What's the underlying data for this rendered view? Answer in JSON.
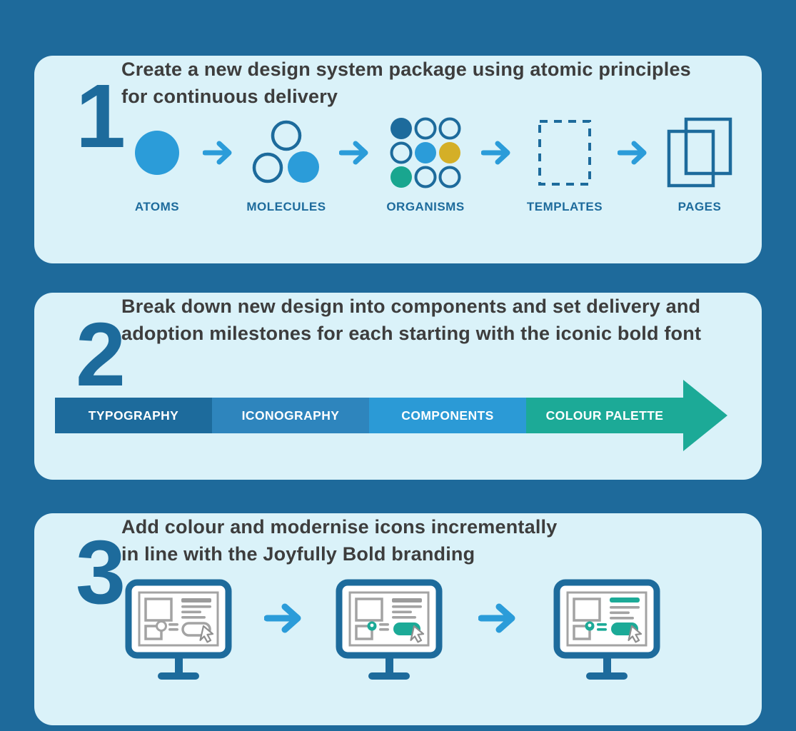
{
  "panels": [
    {
      "number": "1",
      "heading_line1": "Create a new design system package using atomic principles",
      "heading_line2": "for continuous delivery",
      "stages": [
        {
          "label": "ATOMS",
          "icon": "atoms-icon"
        },
        {
          "label": "MOLECULES",
          "icon": "molecules-icon"
        },
        {
          "label": "ORGANISMS",
          "icon": "organisms-icon"
        },
        {
          "label": "TEMPLATES",
          "icon": "templates-icon"
        },
        {
          "label": "PAGES",
          "icon": "pages-icon"
        }
      ]
    },
    {
      "number": "2",
      "heading_line1": "Break down new design into components and set delivery and",
      "heading_line2": "adoption milestones for each starting with the iconic bold font",
      "milestones": [
        {
          "label": "TYPOGRAPHY",
          "color": "#1d6b9c"
        },
        {
          "label": "ICONOGRAPHY",
          "color": "#2e85bd"
        },
        {
          "label": "COMPONENTS",
          "color": "#2b9ad6"
        },
        {
          "label": "COLOUR PALETTE",
          "color": "#1caa97"
        }
      ],
      "arrow_color": "#1caa97"
    },
    {
      "number": "3",
      "heading_line1": "Add colour and modernise icons incrementally",
      "heading_line2": "in line with the Joyfully Bold branding",
      "screens": [
        {
          "icon": "monitor-wireframe-icon"
        },
        {
          "icon": "monitor-partial-colour-icon"
        },
        {
          "icon": "monitor-branded-icon"
        }
      ]
    }
  ],
  "colors": {
    "page_background": "#1e6a9b",
    "panel_background": "#daf2f9",
    "accent_dark_blue": "#1d6b9c",
    "accent_bright_blue": "#2b9cd9",
    "accent_teal": "#1caa97",
    "accent_gold": "#d4af27",
    "heading_text": "#3d3d3d",
    "wireframe_gray": "#a3a3a3"
  }
}
